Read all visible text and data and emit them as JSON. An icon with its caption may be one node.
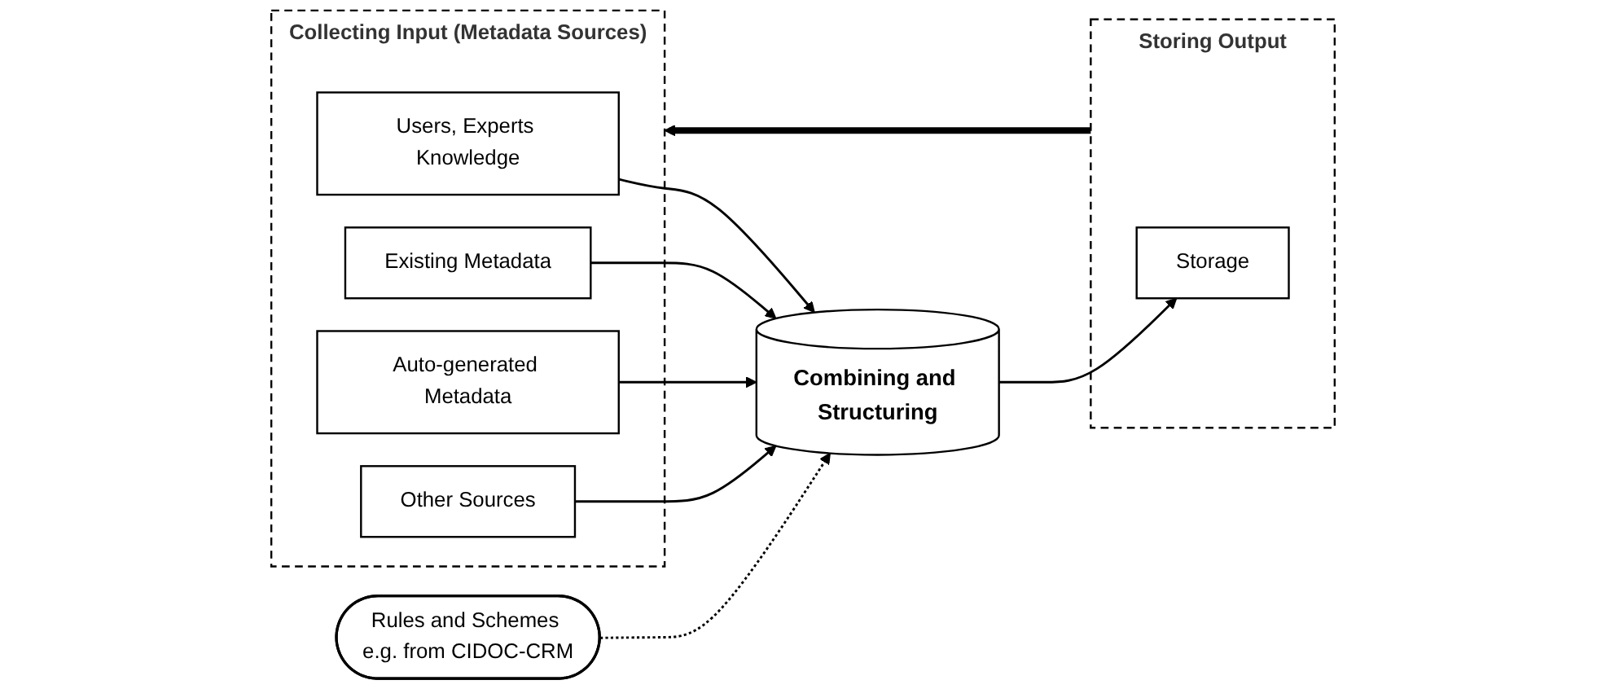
{
  "diagram": {
    "nodes": [
      {
        "text": [
          "Collecting Input (Metadata Sources)"
        ]
      },
      {
        "text": [
          "Users, Experts Knowledge"
        ],
        "in": 0
      },
      {
        "text": [
          "Existing Metadata"
        ],
        "in": 0
      },
      {
        "text": [
          "Auto-generated Metadata"
        ],
        "in": 0
      },
      {
        "text": [
          "Other Sources"
        ],
        "in": 0
      },
      {
        "text": [
          "Rules and Schemes e.g. from CIDOC-CRM"
        ]
      },
      {
        "text": [
          "Combining and Structuring"
        ]
      },
      {
        "text": [
          "Storing Output"
        ]
      },
      {
        "text": [
          "Storage"
        ],
        "in": 7
      }
    ],
    "edges": [
      {
        "from": 1,
        "to": 6,
        "arrow": "to"
      },
      {
        "from": 2,
        "to": 6,
        "arrow": "to"
      },
      {
        "from": 3,
        "to": 6,
        "arrow": "to"
      },
      {
        "from": 4,
        "to": 6,
        "arrow": "to"
      },
      {
        "from": 5,
        "to": 6,
        "arrow": "to",
        "style": "dashed"
      },
      {
        "from": 6,
        "to": 8,
        "arrow": "to"
      },
      {
        "from": 7,
        "to": 0,
        "arrow": "to",
        "style": "thick"
      }
    ]
  }
}
